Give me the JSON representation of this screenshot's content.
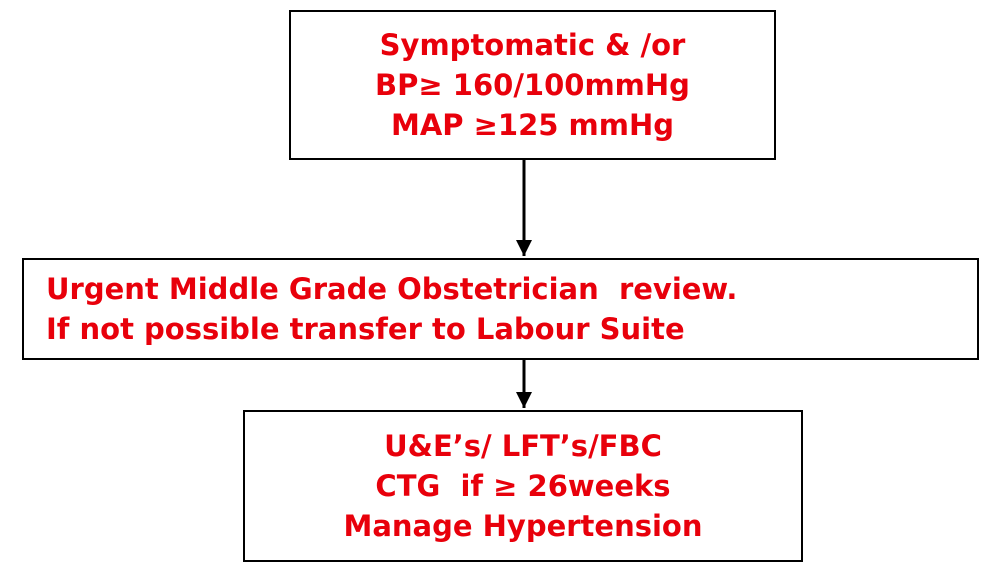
{
  "flowchart": {
    "step1": {
      "lines": [
        "Symptomatic & /or",
        "BP≥ 160/100mmHg",
        "MAP ≥125 mmHg"
      ]
    },
    "step2": {
      "lines": [
        "Urgent Middle Grade Obstetrician  review.",
        "If not possible transfer to Labour Suite"
      ]
    },
    "step3": {
      "lines": [
        "U&E’s/ LFT’s/FBC",
        "CTG  if ≥ 26weeks",
        "Manage Hypertension"
      ]
    }
  },
  "colors": {
    "text": "#e8000b",
    "border": "#000000",
    "arrow": "#000000",
    "background": "#ffffff"
  }
}
